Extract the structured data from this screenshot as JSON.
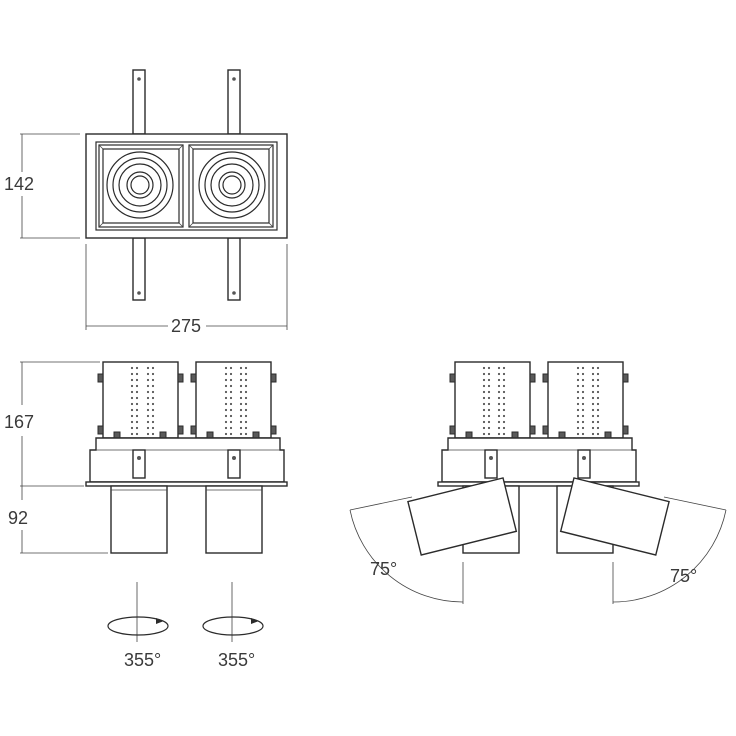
{
  "dimensions": {
    "top_height": "142",
    "top_width": "275",
    "side_height_upper": "167",
    "side_height_lower": "92"
  },
  "angles": {
    "tilt_left": "75°",
    "tilt_right": "75°",
    "rotation_left": "355°",
    "rotation_right": "355°"
  }
}
